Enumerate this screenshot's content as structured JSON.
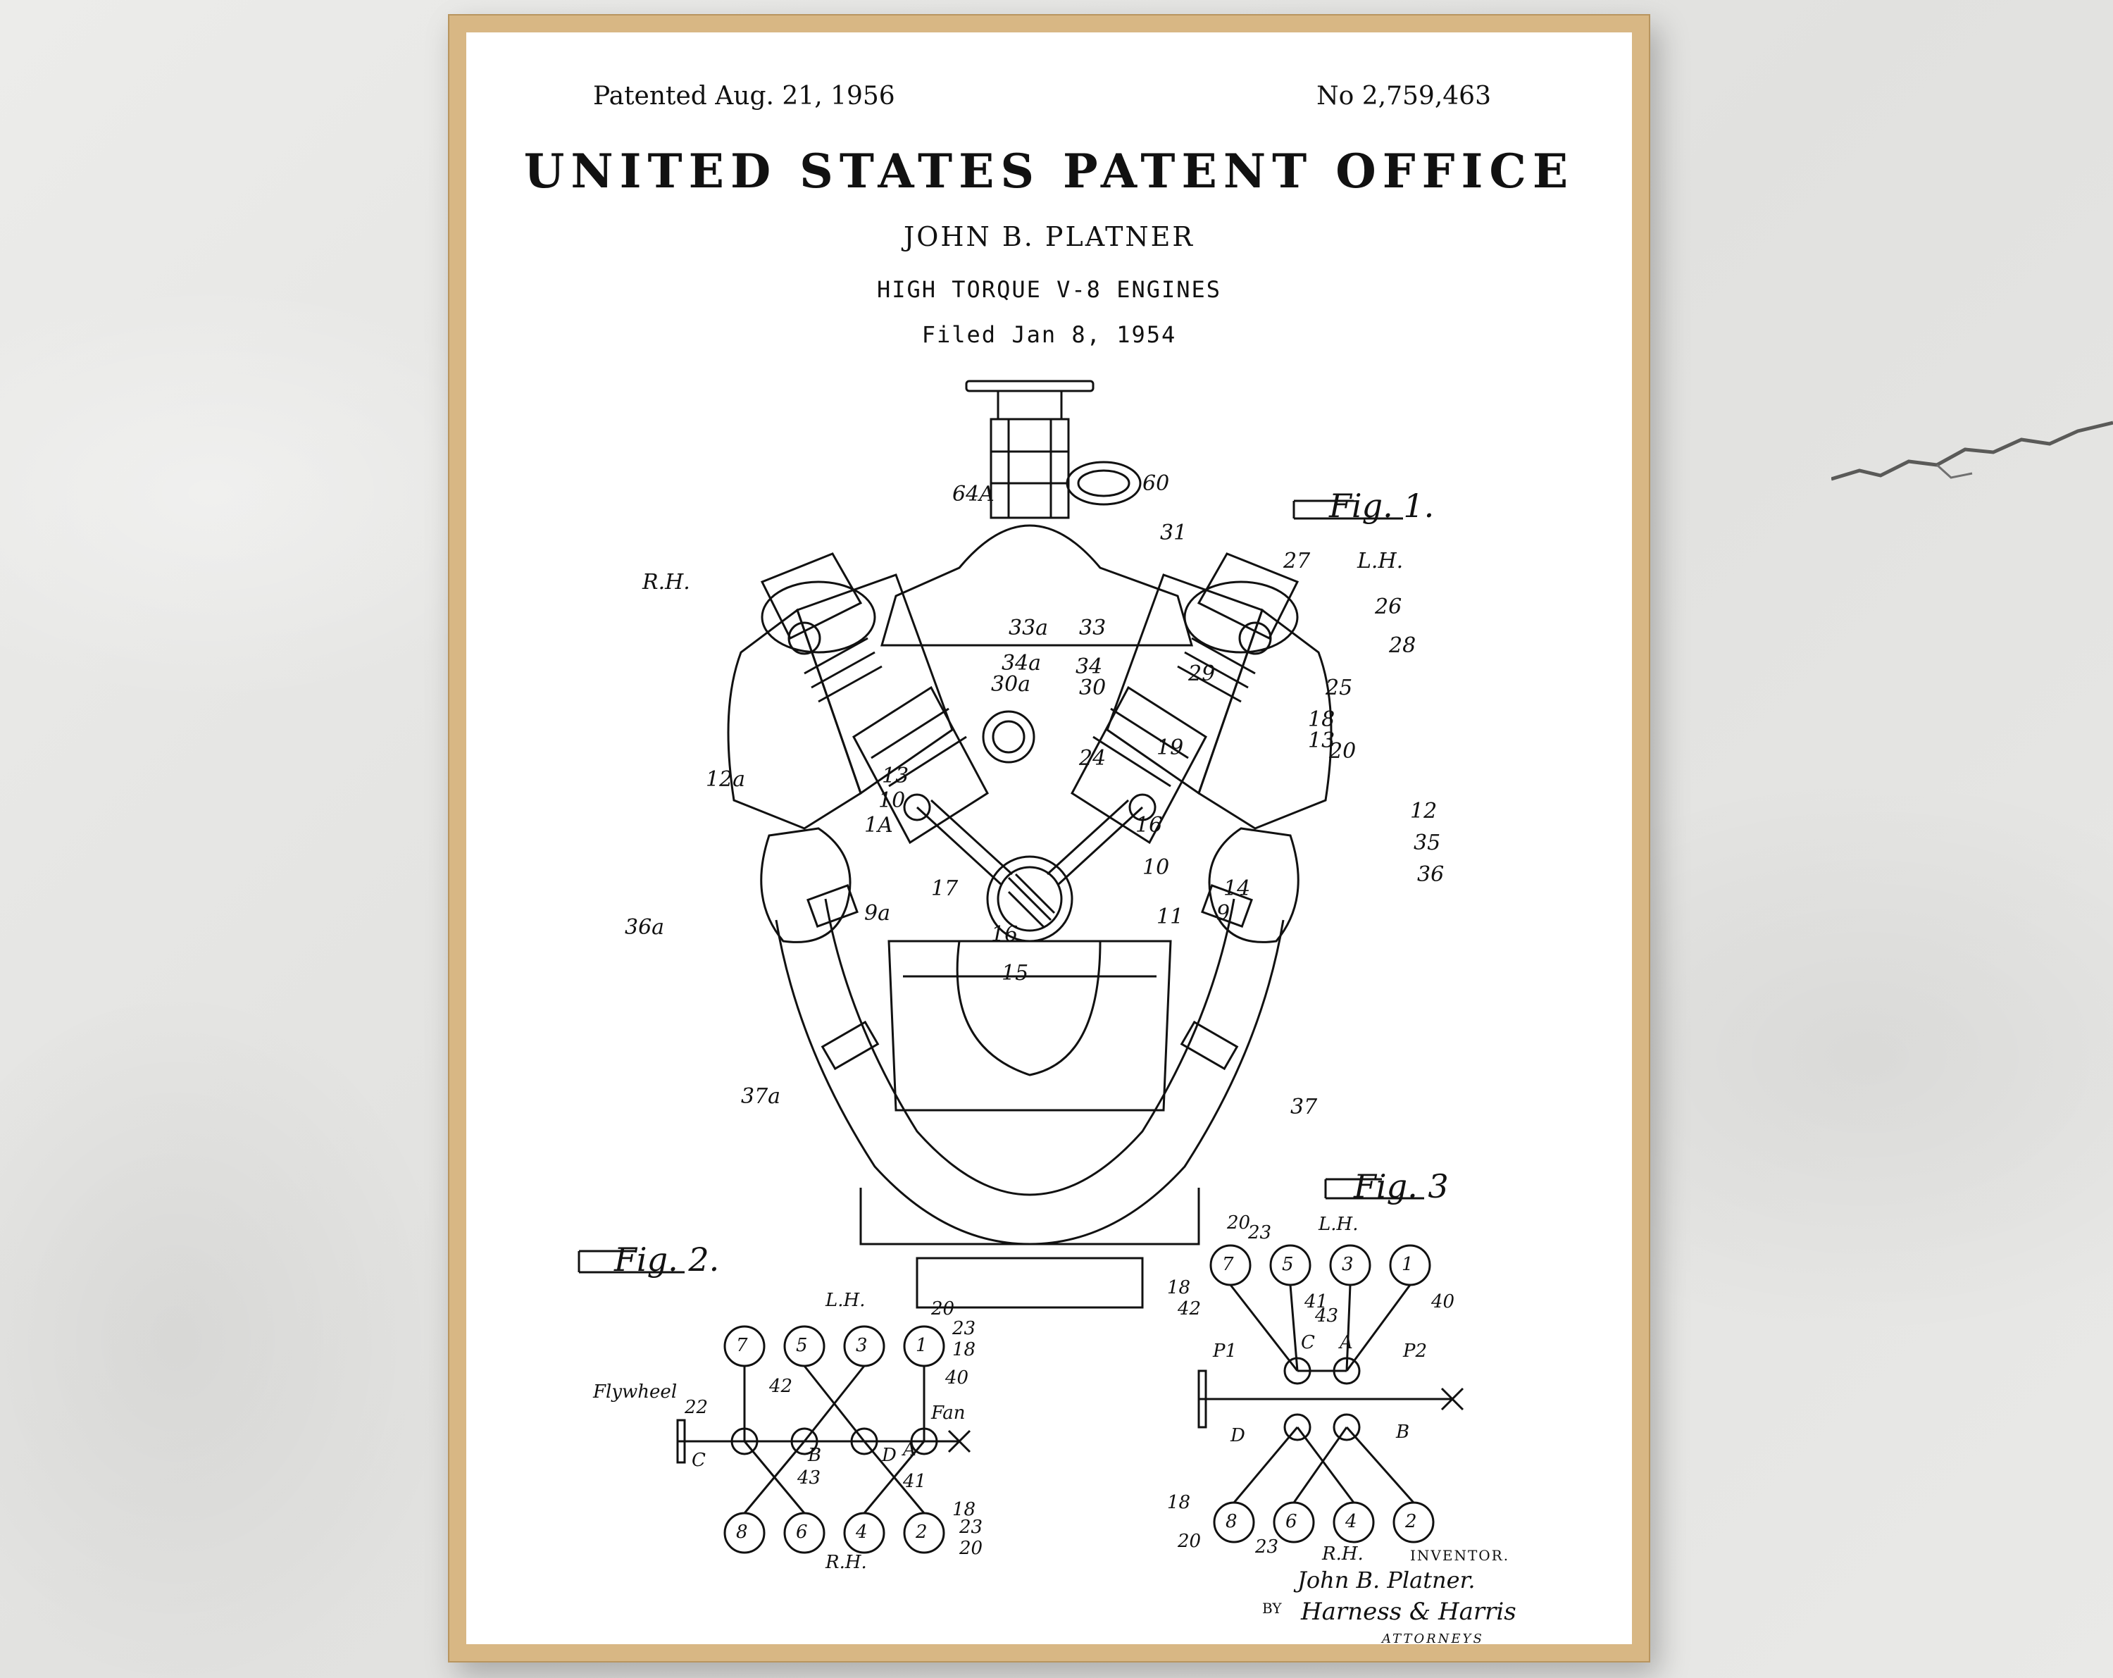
{
  "poster": {
    "patented": "Patented Aug. 21, 1956",
    "patent_no": "No 2,759,463",
    "office": "UNITED STATES PATENT OFFICE",
    "inventor_name": "JOHN B. PLATNER",
    "subject": "HIGH TORQUE V-8 ENGINES",
    "filed": "Filed Jan 8, 1954"
  },
  "figures": {
    "fig1": "Fig. 1.",
    "fig2": "Fig. 2.",
    "fig3": "Fig. 3"
  },
  "fig1_labels": {
    "rh": "R.H.",
    "lh": "L.H.",
    "n64a": "64A",
    "n60": "60",
    "n31": "31",
    "n27": "27",
    "n26": "26",
    "n28": "28",
    "n33a": "33a",
    "n33": "33",
    "n34a": "34a",
    "n30a": "30a",
    "n34": "34",
    "n30": "30",
    "n29": "29",
    "n25": "25",
    "n18": "18",
    "n13": "13",
    "n20": "20",
    "n19": "19",
    "n24": "24",
    "n12a": "12a",
    "n12": "12",
    "n35": "35",
    "n36": "36",
    "n36a": "36a",
    "n13b": "13",
    "n10": "10",
    "n1a": "1A",
    "n11": "11",
    "n16": "16",
    "n14": "14",
    "n9": "9",
    "n9a": "9a",
    "n17": "17",
    "n16b": "16",
    "n15": "15",
    "n37a": "37a",
    "n37": "37"
  },
  "fig2_labels": {
    "lh": "L.H.",
    "rh": "R.H.",
    "flywheel": "Flywheel",
    "fan": "Fan",
    "n20": "20",
    "n23": "23",
    "n18": "18",
    "n40": "40",
    "n42": "42",
    "n22": "22",
    "c": "C",
    "b": "B",
    "d": "D",
    "a": "A",
    "n43": "43",
    "n41": "41",
    "n18b": "18",
    "n23b": "23",
    "n20b": "20",
    "cyl_top": [
      "7",
      "5",
      "3",
      "1"
    ],
    "cyl_bottom": [
      "8",
      "6",
      "4",
      "2"
    ]
  },
  "fig3_labels": {
    "lh": "L.H.",
    "rh": "R.H.",
    "n20": "20",
    "n23": "23",
    "n18": "18",
    "n42": "42",
    "n41": "41",
    "n43": "43",
    "n40": "40",
    "p1": "P1",
    "p2": "P2",
    "c": "C",
    "a": "A",
    "d": "D",
    "b": "B",
    "n18b": "18",
    "n20b": "20",
    "n23b": "23",
    "cyl_top": [
      "7",
      "5",
      "3",
      "1"
    ],
    "cyl_bottom": [
      "8",
      "6",
      "4",
      "2"
    ]
  },
  "signature": {
    "inventor_caption": "INVENTOR.",
    "inventor_sig": "John B. Platner.",
    "by": "BY",
    "attorney_sig": "Harness & Harris",
    "attorneys_caption": "ATTORNEYS"
  },
  "colors": {
    "frame": "#d8b784",
    "wall": "#e7e7e5",
    "ink": "#111111",
    "paper": "#ffffff"
  }
}
